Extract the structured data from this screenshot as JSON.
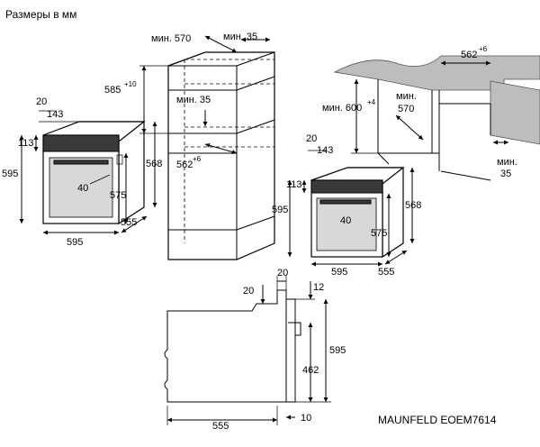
{
  "header": {
    "title": "Размеры в мм",
    "model": "MAUNFELD EOEM7614"
  },
  "oven_front_1": {
    "d20": "20",
    "d143": "143",
    "d113": "113",
    "d595_h": "595",
    "d568": "568",
    "d40": "40",
    "d575": "575",
    "d595_w": "595",
    "d555": "555"
  },
  "tall_cabinet": {
    "min570": "мин. 570",
    "min35_top": "мин. 35",
    "d585": "585",
    "d585_tol": "+10",
    "min35_mid": "мин. 35",
    "d562": "562",
    "d562_tol": "+6"
  },
  "oven_front_2": {
    "d20": "20",
    "d143": "143",
    "d113": "113",
    "d595_h": "595",
    "d568": "568",
    "d40": "40",
    "d575": "575",
    "d595_w": "595",
    "d555": "555"
  },
  "undercounter": {
    "d562": "562",
    "d562_tol": "+6",
    "min600": "мин. 600",
    "min600_tol": "+4",
    "min570_a": "мин.",
    "min570_b": "570",
    "min35_a": "мин.",
    "min35_b": "35"
  },
  "side_view": {
    "d20_top": "20",
    "d20_left": "20",
    "d12": "12",
    "d595": "595",
    "d462": "462",
    "d555": "555",
    "d10": "10"
  }
}
